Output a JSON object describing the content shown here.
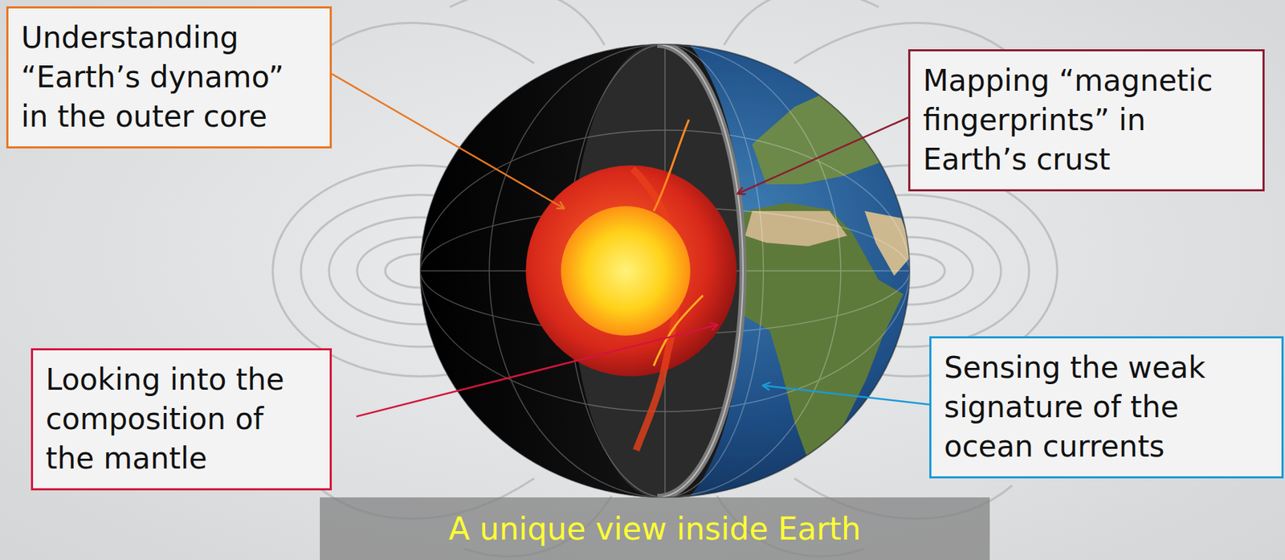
{
  "diagram": {
    "caption": "A unique view inside Earth",
    "nodes": [
      {
        "text": [
          "Understanding “Earth’s dynamo” in the outer core"
        ]
      },
      {
        "text": [
          "Mapping “magnetic fingerprints” in Earth’s crust"
        ]
      },
      {
        "text": [
          "Looking into the composition of the mantle"
        ]
      },
      {
        "text": [
          "Sensing the weak signature of the ocean currents"
        ]
      }
    ]
  }
}
